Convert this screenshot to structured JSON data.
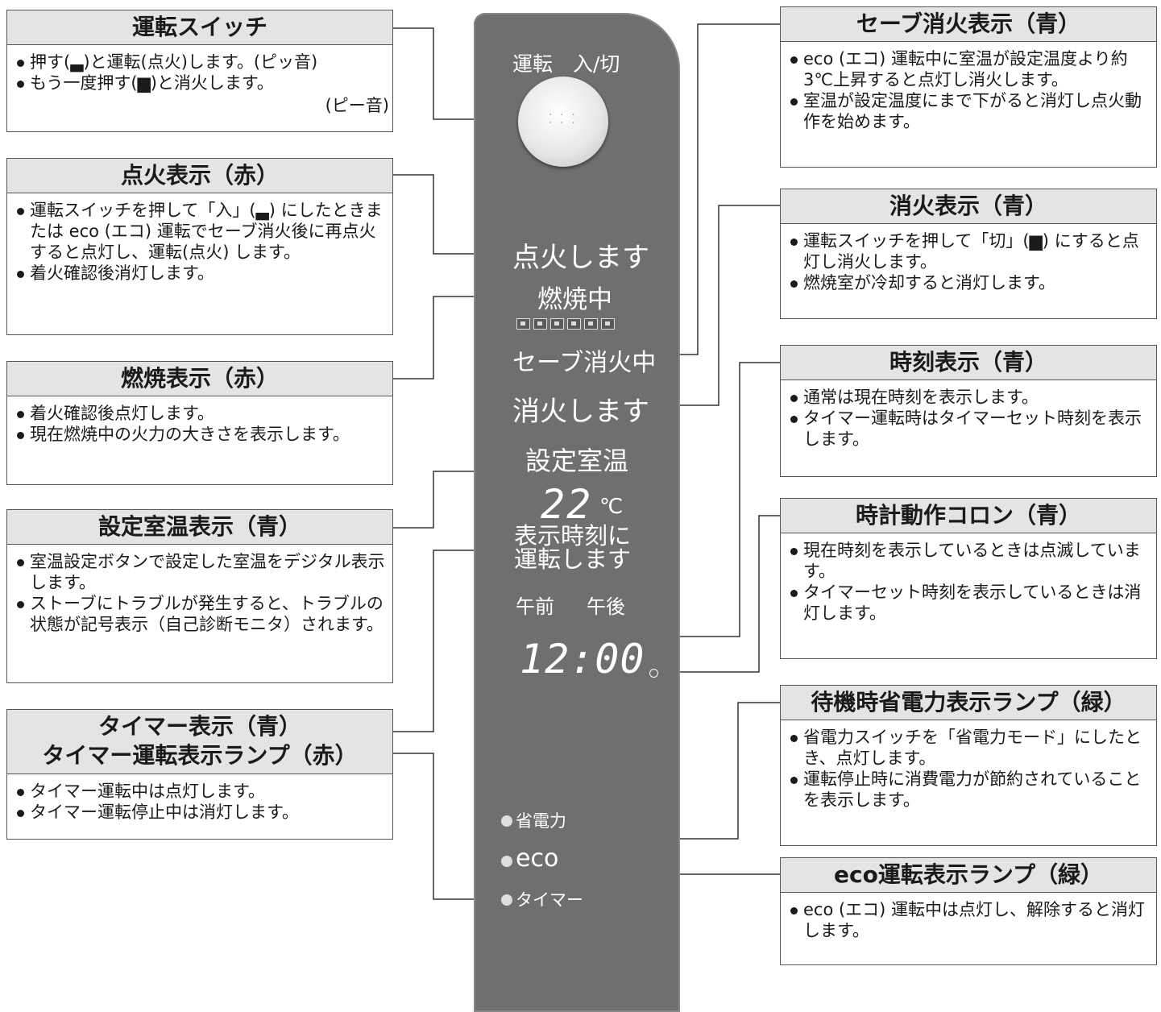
{
  "panel": {
    "power_label": "運転　入/切",
    "ignite": "点火します",
    "burning": "燃焼中",
    "safe_off": "セーブ消火中",
    "extinguish": "消火します",
    "set_temp_label": "設定室温",
    "temp_value": "22",
    "temp_unit": "℃",
    "timer_line1": "表示時刻に",
    "timer_line2": "運転します",
    "am": "午前",
    "pm": "午後",
    "clock": "12:00",
    "lamp_power_save": "省電力",
    "lamp_eco": "eco",
    "lamp_timer": "タイマー"
  },
  "callouts": {
    "power_switch": {
      "title": "運転スイッチ",
      "items": [
        "押す(▃)と運転(点火)します。(ピッ音)",
        "もう一度押す(▆)と消火します。"
      ],
      "tail": "(ピー音)"
    },
    "ignition": {
      "title": "点火表示（赤）",
      "items": [
        "運転スイッチを押して「入」(▃) にしたときまたは eco (エコ) 運転でセーブ消火後に再点火すると点灯し、運転(点火) します。",
        "着火確認後消灯します。"
      ]
    },
    "combustion": {
      "title": "燃焼表示（赤）",
      "items": [
        "着火確認後点灯します。",
        "現在燃焼中の火力の大きさを表示します。"
      ]
    },
    "set_temp": {
      "title": "設定室温表示（青）",
      "items": [
        "室温設定ボタンで設定した室温をデジタル表示します。",
        "ストーブにトラブルが発生すると、トラブルの状態が記号表示（自己診断モニタ）されます。"
      ]
    },
    "timer": {
      "title_line1": "タイマー表示（青）",
      "title_line2": "タイマー運転表示ランプ（赤）",
      "items": [
        "タイマー運転中は点灯します。",
        "タイマー運転停止中は消灯します。"
      ]
    },
    "safe_extinguish": {
      "title": "セーブ消火表示（青）",
      "items": [
        "eco (エコ) 運転中に室温が設定温度より約3℃上昇すると点灯し消火します。",
        "室温が設定温度にまで下がると消灯し点火動作を始めます。"
      ]
    },
    "extinguish": {
      "title": "消火表示（青）",
      "items": [
        "運転スイッチを押して「切」(▆) にすると点灯し消火します。",
        "燃焼室が冷却すると消灯します。"
      ]
    },
    "time_display": {
      "title": "時刻表示（青）",
      "items": [
        "通常は現在時刻を表示します。",
        "タイマー運転時はタイマーセット時刻を表示します。"
      ]
    },
    "clock_colon": {
      "title": "時計動作コロン（青）",
      "items": [
        "現在時刻を表示しているときは点滅しています。",
        "タイマーセット時刻を表示しているときは消灯します。"
      ]
    },
    "standby_power": {
      "title": "待機時省電力表示ランプ（緑）",
      "items": [
        "省電力スイッチを「省電力モード」にしたとき、点灯します。",
        "運転停止時に消費電力が節約されていることを表示します。"
      ]
    },
    "eco_lamp": {
      "title": "eco運転表示ランプ（緑）",
      "items": [
        "eco (エコ) 運転中は点灯し、解除すると消灯します。"
      ]
    }
  }
}
